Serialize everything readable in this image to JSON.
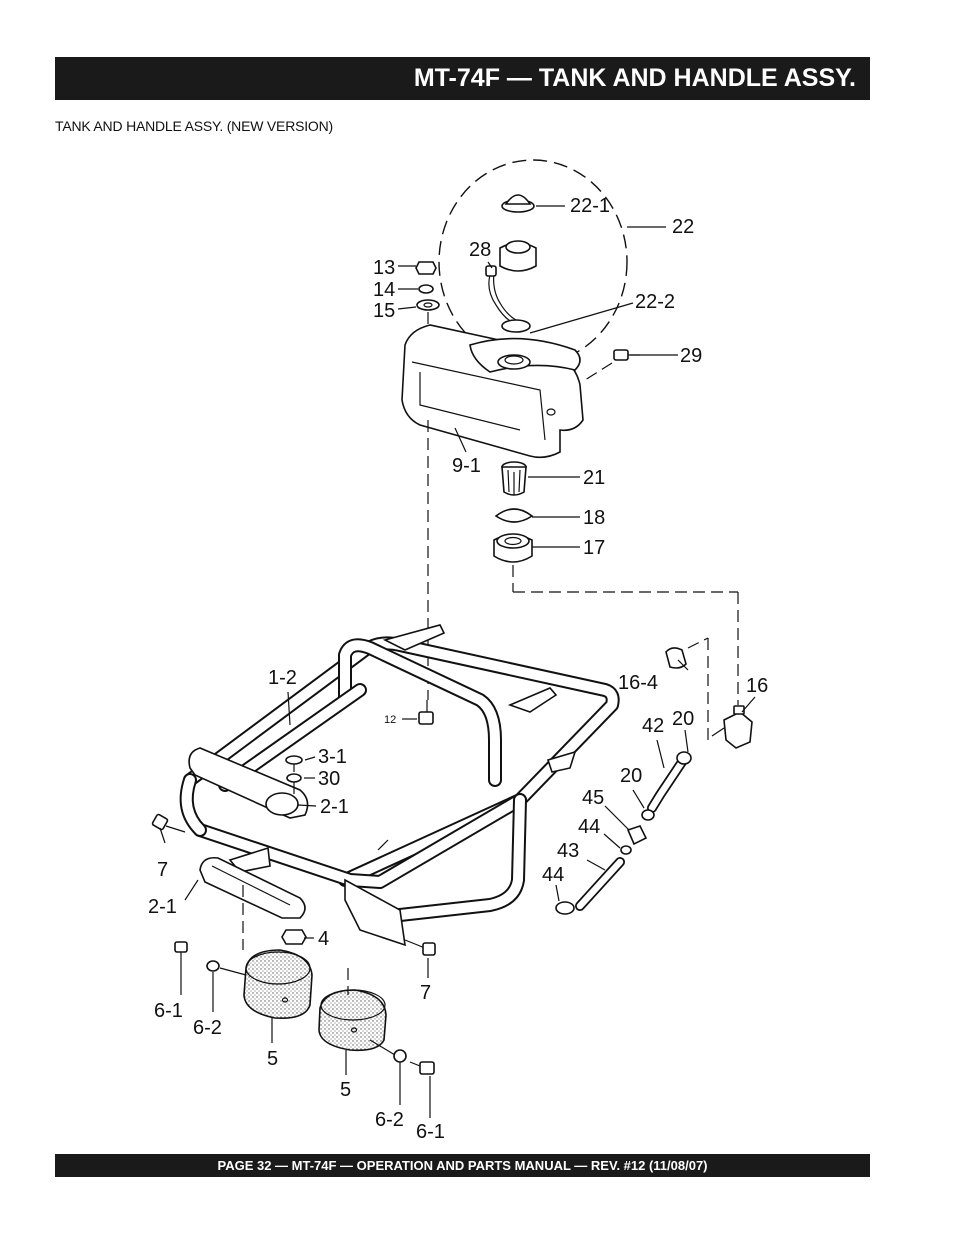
{
  "header": {
    "title": "MT-74F — TANK AND HANDLE ASSY."
  },
  "subtitle": "TANK AND HANDLE ASSY. (NEW VERSION)",
  "footer": {
    "text": "PAGE 32 — MT-74F — OPERATION AND PARTS MANUAL — REV. #12 (11/08/07)"
  },
  "callouts": {
    "c22_1": "22-1",
    "c22": "22",
    "c28": "28",
    "c13": "13",
    "c14": "14",
    "c15": "15",
    "c22_2": "22-2",
    "c29": "29",
    "c9_1": "9-1",
    "c21": "21",
    "c18": "18",
    "c17": "17",
    "c1_2": "1-2",
    "c16_4": "16-4",
    "c16": "16",
    "c12": "12",
    "c42": "42",
    "c20a": "20",
    "c3_1": "3-1",
    "c30": "30",
    "c2_1a": "2-1",
    "c20b": "20",
    "c45": "45",
    "c44a": "44",
    "c43": "43",
    "c44b": "44",
    "c7a": "7",
    "c2_1b": "2-1",
    "c4": "4",
    "c7b": "7",
    "c6_1a": "6-1",
    "c6_2a": "6-2",
    "c5a": "5",
    "c5b": "5",
    "c6_2b": "6-2",
    "c6_1b": "6-1"
  }
}
